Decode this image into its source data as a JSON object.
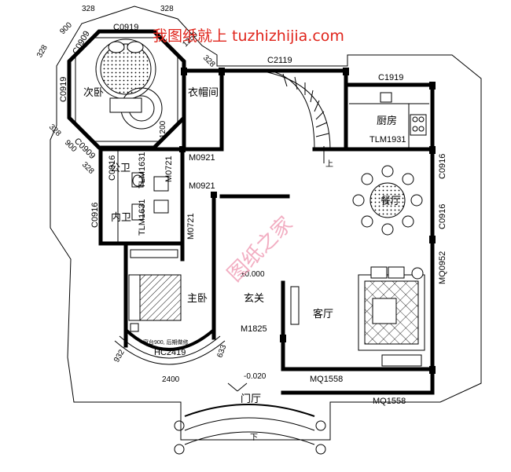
{
  "watermark": {
    "top_text": "我图纸就上 tuzhizhijia.com",
    "center_text": "图纸之家",
    "top_color": "#e0241b",
    "center_color": "#ef9ab4"
  },
  "rooms": {
    "secondary_bedroom": "次卧",
    "cloakroom": "衣帽间",
    "kitchen": "厨房",
    "public_bath": "公卫",
    "inner_bath": "内卫",
    "dining": "餐厅",
    "master_bedroom": "主卧",
    "foyer": "玄关",
    "living": "客厅",
    "entry_hall": "门厅"
  },
  "codes": {
    "c0919_top": "C0919",
    "c0919_left": "C0919",
    "c0909_top": "C0909",
    "c0909_bottom": "C0909",
    "c2119": "C2119",
    "c1919": "C1919",
    "tlm1931": "TLM1931",
    "m0921_a": "M0921",
    "m0921_b": "M0921",
    "c0916_left_a": "C0916",
    "c0916_left_b": "C0916",
    "c0916_right_a": "C0916",
    "c0916_right_b": "C0916",
    "tlm1631_a": "TLM1631",
    "tlm1631_b": "TLM1631",
    "m0721_a": "M0721",
    "m0721_b": "M0721",
    "mq0952": "MQ0952",
    "hc2419": "HC2419",
    "m1825": "M1825",
    "mq1558_a": "MQ1558",
    "mq1558_b": "MQ1558"
  },
  "dims": {
    "d328_a": "328",
    "d328_b": "328",
    "d328_c": "328",
    "d328_d": "328",
    "d328_e": "328",
    "d328_f": "328",
    "d900_a": "900",
    "d900_b": "900",
    "d1250": "1250",
    "d1200": "1200",
    "d932": "932",
    "d633": "633",
    "d2400": "2400",
    "elev_0": "±0.000",
    "elev_neg": "-0.020",
    "stair_up": "上",
    "stair_down": "下",
    "bay_note": "窗台900, 后期做修"
  }
}
